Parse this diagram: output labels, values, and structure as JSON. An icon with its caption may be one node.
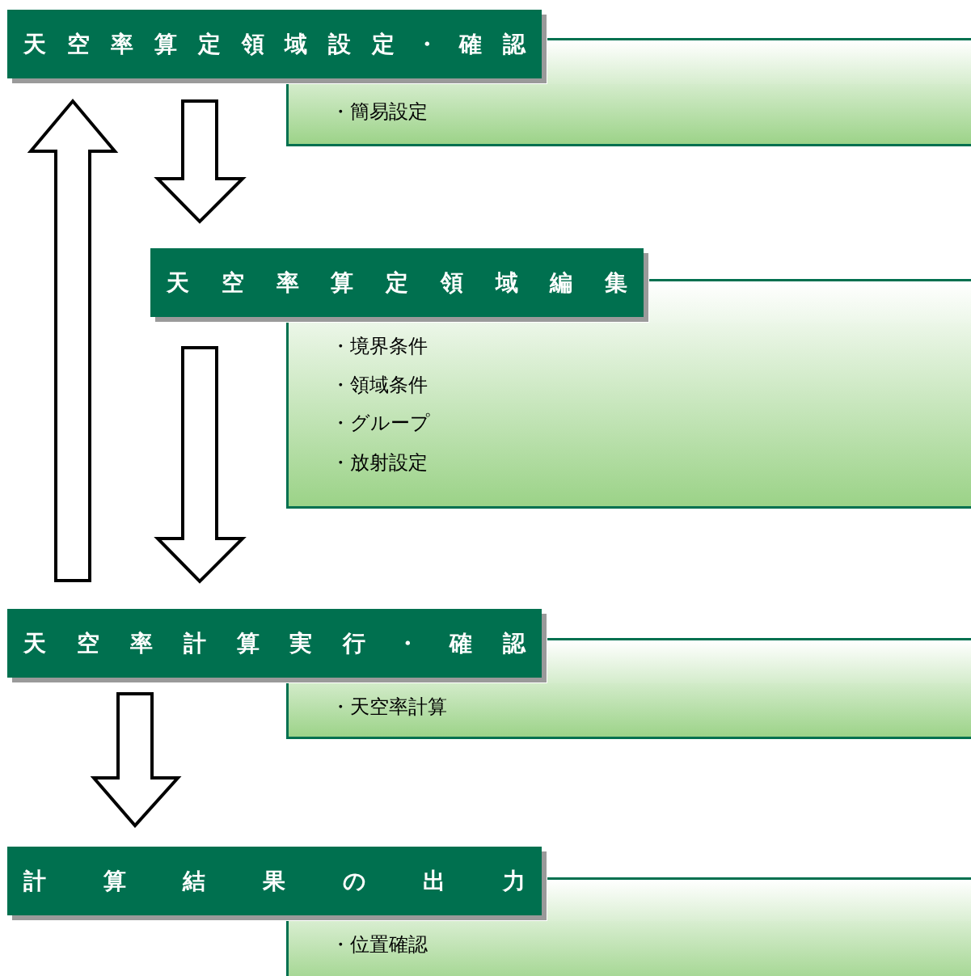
{
  "diagram": {
    "nodes": [
      {
        "text": [
          "天空率算定領域設定・確認"
        ]
      },
      {
        "text": [
          "・簡易設定"
        ]
      },
      {
        "text": [
          "天空率算定領域編集"
        ]
      },
      {
        "text": [
          "・境界条件",
          "・領域条件",
          "・グループ",
          "・放射設定"
        ]
      },
      {
        "text": [
          "天空率計算実行・確認"
        ]
      },
      {
        "text": [
          "・天空率計算"
        ]
      },
      {
        "text": [
          "計算結果の出力"
        ]
      },
      {
        "text": [
          "・位置確認"
        ]
      }
    ],
    "edges": [
      {
        "from": 0,
        "to": 2,
        "arrow": "to"
      },
      {
        "from": 2,
        "to": 4,
        "arrow": "to"
      },
      {
        "from": 4,
        "to": 0,
        "arrow": "to"
      },
      {
        "from": 4,
        "to": 6,
        "arrow": "to"
      }
    ]
  }
}
